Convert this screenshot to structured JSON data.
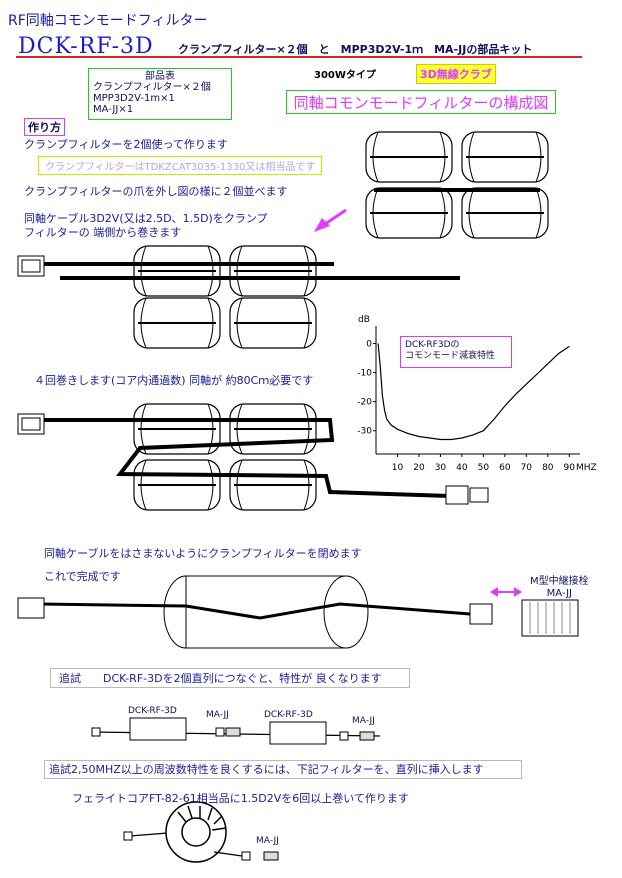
{
  "header": {
    "subtitle": "RF同軸コモンモードフィルター",
    "model": "DCK-RF-3D",
    "kit_desc": "クランプフィルター×２個　と　MPP3D2V-1ｍ　MA-JJの部品キット"
  },
  "parts_list": {
    "title": "部品表",
    "items": [
      "クランプフィルター×２個",
      "MPP3D2V-1m×1",
      "MA-JJ×1"
    ]
  },
  "power_type": "300Wタイプ",
  "club_name": "3D無線クラブ",
  "diagram_title": "同軸コモンモードフィルターの構成図",
  "howto": {
    "heading": "作り方",
    "step1": "クランプフィルターを2個使って作ります",
    "note": "クランプフィルターはTDKZCAT3035-1330又は相当品です",
    "step2": "クランプフィルターの爪を外し図の様に２個並べます",
    "step3_line1": "同軸ケーブル3D2V(又は2.5D、1.5D)をクランプ",
    "step3_line2": "フィルターの 端側から巻きます",
    "step4": "４回巻きします(コア内通過数) 同軸が 約80Cｍ必要です",
    "step5": "同軸ケーブルをはさまないようにクランプフィルターを閉めます",
    "step6": "これで完成です"
  },
  "connector": {
    "line1": "M型中継接栓",
    "line2": "MA-JJ"
  },
  "additions": {
    "add1": "追試　　DCK-RF-3Dを2個直列につなぐと、特性が 良くなります",
    "add2": "追試2,50MHZ以上の周波数特性を良くするには、下記フィルターを、直列に挿入します",
    "add3": "フェライトコアFT-82-61相当品に1.5D2Vを6回以上巻いて作ります"
  },
  "series_labels": {
    "filter1": "DCK-RF-3D",
    "jj1": "MA-JJ",
    "filter2": "DCK-RF-3D",
    "jj2": "MA-JJ",
    "jj3": "MA-JJ"
  },
  "colors": {
    "title": "#1a1ad0",
    "accent_magenta": "#e03cff",
    "accent_yellow": "#ffff33",
    "green_border": "#22cc22",
    "red_line": "#dd2222"
  },
  "chart_data": {
    "type": "line",
    "title": "DCK-RF3Dの\nコモンモード減衰特性",
    "title_line1": "DCK-RF3Dの",
    "title_line2": "コモンモード減衰特性",
    "ylabel": "dB",
    "xlabel": "MHZ",
    "ylim": [
      -38,
      6
    ],
    "xlim": [
      0,
      95
    ],
    "yticks": [
      0,
      -10,
      -20,
      -30
    ],
    "xticks": [
      10,
      20,
      30,
      40,
      50,
      60,
      70,
      80,
      90
    ],
    "series": [
      {
        "x": [
          1,
          2,
          3,
          4,
          5,
          7,
          10,
          15,
          20,
          25,
          30,
          35,
          40,
          45,
          50,
          55,
          60,
          65,
          70,
          75,
          80,
          85,
          90
        ],
        "y": [
          0,
          -8,
          -18,
          -23,
          -26,
          -28,
          -29.5,
          -31,
          -32,
          -32.5,
          -33,
          -33,
          -32.5,
          -31.5,
          -30,
          -26,
          -21.5,
          -17.5,
          -14,
          -10.5,
          -7,
          -3.5,
          -1
        ]
      }
    ]
  }
}
